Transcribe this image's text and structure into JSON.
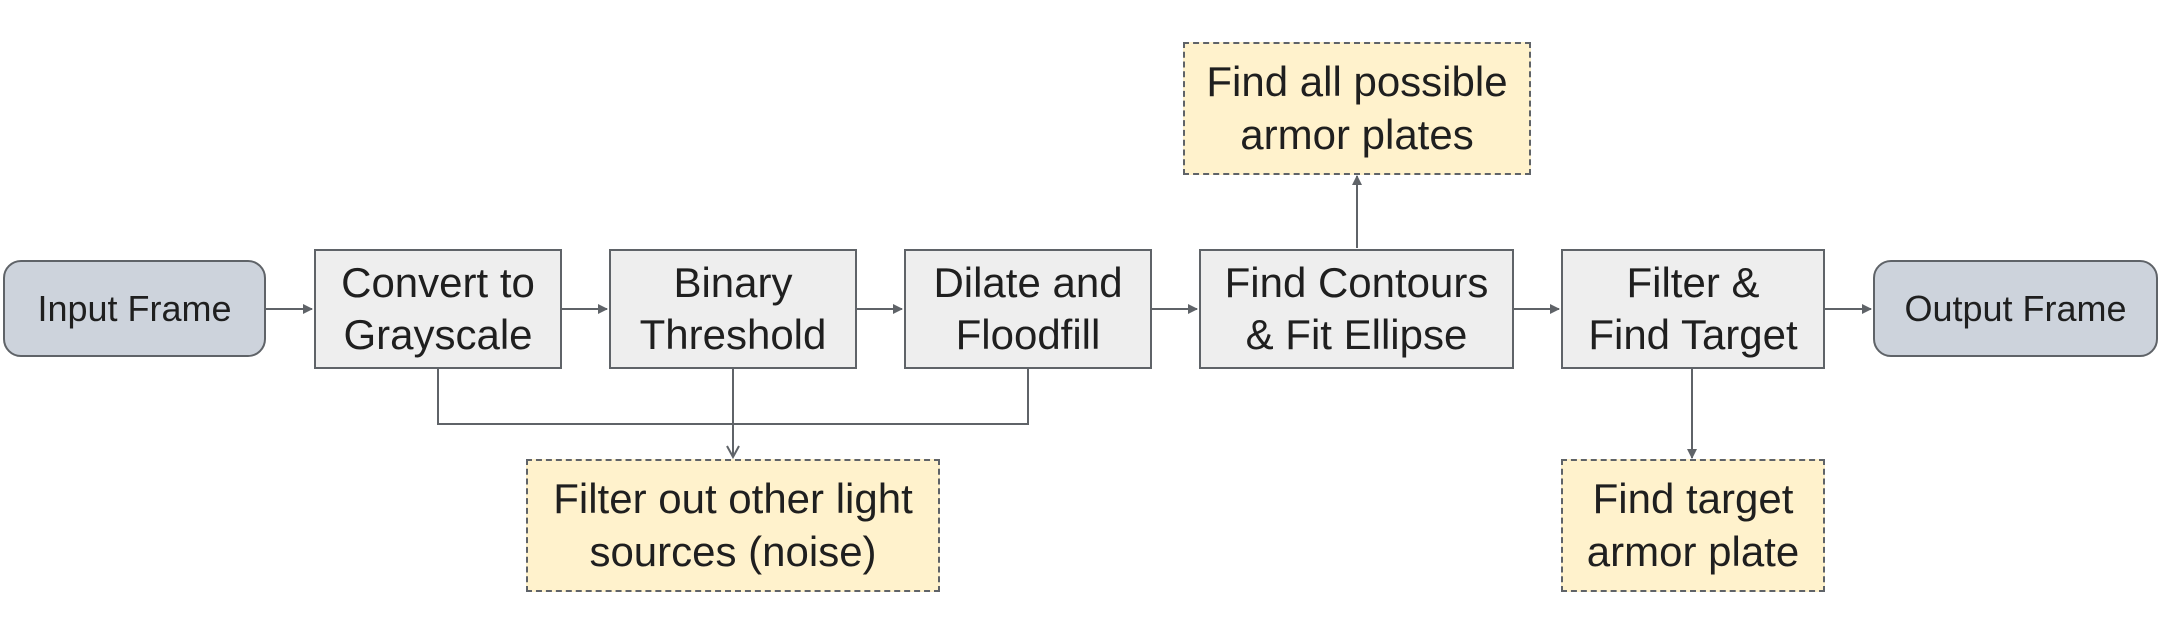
{
  "nodes": {
    "input_frame": "Input Frame",
    "convert_grayscale": "Convert to\nGrayscale",
    "binary_threshold": "Binary\nThreshold",
    "dilate_floodfill": "Dilate and\nFloodfill",
    "find_contours": "Find Contours\n& Fit Ellipse",
    "filter_find_target": "Filter &\nFind Target",
    "output_frame": "Output Frame",
    "note_filter_noise": "Filter out other light\nsources (noise)",
    "note_find_plates": "Find all possible\narmor plates",
    "note_find_target_plate": "Find target\narmor plate"
  },
  "colors": {
    "terminal_fill": "#cdd3dc",
    "process_fill": "#eeeeee",
    "note_fill": "#fff2cc",
    "stroke": "#5f6368"
  }
}
